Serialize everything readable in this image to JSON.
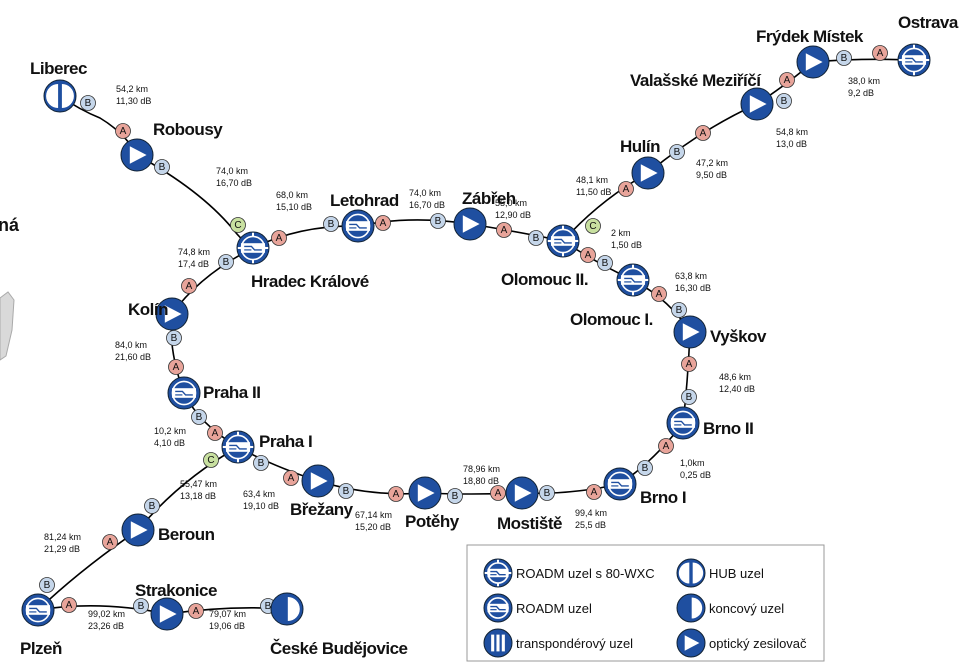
{
  "colors": {
    "node_blue": "#1f4fa0",
    "node_white": "#ffffff",
    "point_a": "#e8a49a",
    "point_b": "#c5d6ea",
    "point_c": "#c8e0a0",
    "line": "#000000"
  },
  "cutoff_label": "ná",
  "nodes": [
    {
      "id": "liberec",
      "name": "Liberec",
      "type": "hub-icon"
    },
    {
      "id": "robousy",
      "name": "Robousy",
      "type": "amplifier-icon"
    },
    {
      "id": "hradec",
      "name": "Hradec Králové",
      "type": "roadm-wxc-icon"
    },
    {
      "id": "letohrad",
      "name": "Letohrad",
      "type": "roadm-icon"
    },
    {
      "id": "zabreh",
      "name": "Zábřeh",
      "type": "amplifier-icon"
    },
    {
      "id": "olomouc2",
      "name": "Olomouc II.",
      "type": "roadm-wxc-icon"
    },
    {
      "id": "olomouc1",
      "name": "Olomouc I.",
      "type": "roadm-wxc-icon"
    },
    {
      "id": "hulin",
      "name": "Hulín",
      "type": "amplifier-icon"
    },
    {
      "id": "valasske",
      "name": "Valašské Meziříčí",
      "type": "amplifier-icon"
    },
    {
      "id": "frydek",
      "name": "Frýdek Místek",
      "type": "amplifier-icon"
    },
    {
      "id": "ostrava",
      "name": "Ostrava",
      "type": "roadm-wxc-icon"
    },
    {
      "id": "vyskov",
      "name": "Vyškov",
      "type": "amplifier-icon"
    },
    {
      "id": "brno2",
      "name": "Brno II",
      "type": "roadm-icon"
    },
    {
      "id": "brno1",
      "name": "Brno I",
      "type": "roadm-icon"
    },
    {
      "id": "mostiste",
      "name": "Mostiště",
      "type": "amplifier-icon"
    },
    {
      "id": "poteny",
      "name": "Potěhy",
      "type": "amplifier-icon"
    },
    {
      "id": "brezany",
      "name": "Břežany",
      "type": "amplifier-icon"
    },
    {
      "id": "praha1",
      "name": "Praha I",
      "type": "roadm-wxc-icon"
    },
    {
      "id": "praha2",
      "name": "Praha II",
      "type": "roadm-icon"
    },
    {
      "id": "kolin",
      "name": "Kolín",
      "type": "amplifier-icon"
    },
    {
      "id": "beroun",
      "name": "Beroun",
      "type": "amplifier-icon"
    },
    {
      "id": "plzen",
      "name": "Plzeň",
      "type": "roadm-icon"
    },
    {
      "id": "strakonice",
      "name": "Strakonice",
      "type": "amplifier-icon"
    },
    {
      "id": "budejovice",
      "name": "České Budějovice",
      "type": "terminal-icon"
    }
  ],
  "spans": [
    {
      "id": "lib-rob",
      "km": "54,2 km",
      "db": "11,30 dB"
    },
    {
      "id": "rob-hk",
      "km": "74,0 km",
      "db": "16,70 dB"
    },
    {
      "id": "hk-let",
      "km": "68,0 km",
      "db": "15,10 dB"
    },
    {
      "id": "let-zab",
      "km": "74,0 km",
      "db": "16,70 dB"
    },
    {
      "id": "zab-ol2",
      "km": "55,0 km",
      "db": "12,90 dB"
    },
    {
      "id": "ol2-hul",
      "km": "48,1 km",
      "db": "11,50 dB"
    },
    {
      "id": "hul-val",
      "km": "47,2 km",
      "db": "9,50 dB"
    },
    {
      "id": "val-fry",
      "km": "54,8 km",
      "db": "13,0 dB"
    },
    {
      "id": "fry-ost",
      "km": "38,0 km",
      "db": "9,2 dB"
    },
    {
      "id": "ol2-ol1",
      "km": "2 km",
      "db": "1,50 dB"
    },
    {
      "id": "ol1-vys",
      "km": "63,8 km",
      "db": "16,30 dB"
    },
    {
      "id": "vys-br2",
      "km": "48,6 km",
      "db": "12,40 dB"
    },
    {
      "id": "br2-br1",
      "km": "1,0km",
      "db": "0,25 dB"
    },
    {
      "id": "br1-mos",
      "km": "99,4 km",
      "db": "25,5 dB"
    },
    {
      "id": "mos-pot",
      "km": "78,96 km",
      "db": "18,80 dB"
    },
    {
      "id": "pot-bre",
      "km": "67,14 km",
      "db": "15,20 dB"
    },
    {
      "id": "bre-ph1",
      "km": "63,4 km",
      "db": "19,10 dB"
    },
    {
      "id": "ph1-ph2",
      "km": "10,2 km",
      "db": "4,10 dB"
    },
    {
      "id": "ph2-kol",
      "km": "84,0 km",
      "db": "21,60 dB"
    },
    {
      "id": "kol-hk",
      "km": "74,8 km",
      "db": "17,4 dB"
    },
    {
      "id": "ph1-ber",
      "km": "55,47 km",
      "db": "13,18 dB"
    },
    {
      "id": "ber-plz",
      "km": "81,24 km",
      "db": "21,29 dB"
    },
    {
      "id": "plz-str",
      "km": "99,02 km",
      "db": "23,26 dB"
    },
    {
      "id": "str-cb",
      "km": "79,07 km",
      "db": "19,06 dB"
    }
  ],
  "port_labels": {
    "a": "A",
    "b": "B",
    "c": "C"
  },
  "legend": [
    {
      "id": "roadm-wxc",
      "label": "ROADM uzel s 80-WXC"
    },
    {
      "id": "hub",
      "label": "HUB uzel"
    },
    {
      "id": "roadm",
      "label": "ROADM uzel"
    },
    {
      "id": "terminal",
      "label": "koncový uzel"
    },
    {
      "id": "transponder",
      "label": "transpondérový uzel"
    },
    {
      "id": "amplifier",
      "label": "optický zesilovač"
    }
  ]
}
